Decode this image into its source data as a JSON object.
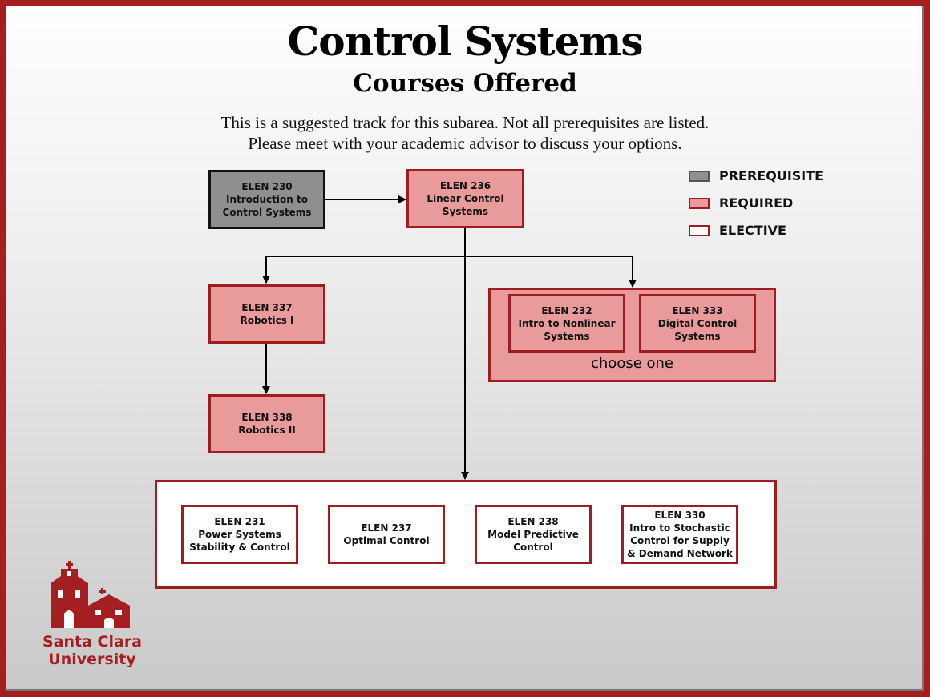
{
  "header": {
    "title": "Control Systems",
    "subtitle": "Courses Offered",
    "desc_line1": "This is a suggested track for this subarea. Not all prerequisites are  listed.",
    "desc_line2": "Please meet with your academic advisor to discuss your options."
  },
  "legend": {
    "prerequisite": "PREREQUISITE",
    "required": "REQUIRED",
    "elective": "ELECTIVE",
    "colors": {
      "prerequisite": "#8f8f8f",
      "required": "#e99a9a",
      "elective": "#ffffff",
      "border": "#9e1d20"
    }
  },
  "courses": {
    "elen230": {
      "code": "ELEN 230",
      "line1": "Introduction to",
      "line2": "Control Systems"
    },
    "elen236": {
      "code": "ELEN 236",
      "line1": "Linear Control",
      "line2": "Systems"
    },
    "elen337": {
      "code": "ELEN 337",
      "line1": "Robotics I"
    },
    "elen338": {
      "code": "ELEN 338",
      "line1": "Robotics II"
    },
    "elen232": {
      "code": "ELEN 232",
      "line1": "Intro to Nonlinear",
      "line2": "Systems"
    },
    "elen333": {
      "code": "ELEN 333",
      "line1": "Digital Control",
      "line2": "Systems"
    },
    "elen231": {
      "code": "ELEN 231",
      "line1": "Power Systems",
      "line2": "Stability & Control"
    },
    "elen237": {
      "code": "ELEN 237",
      "line1": "Optimal Control"
    },
    "elen238": {
      "code": "ELEN 238",
      "line1": "Model Predictive",
      "line2": "Control"
    },
    "elen330": {
      "code": "ELEN 330",
      "line1": "Intro to Stochastic",
      "line2": "Control for Supply",
      "line3": "& Demand Network"
    }
  },
  "choose_one": "choose one",
  "logo": {
    "line1": "Santa Clara",
    "line2": "University"
  }
}
